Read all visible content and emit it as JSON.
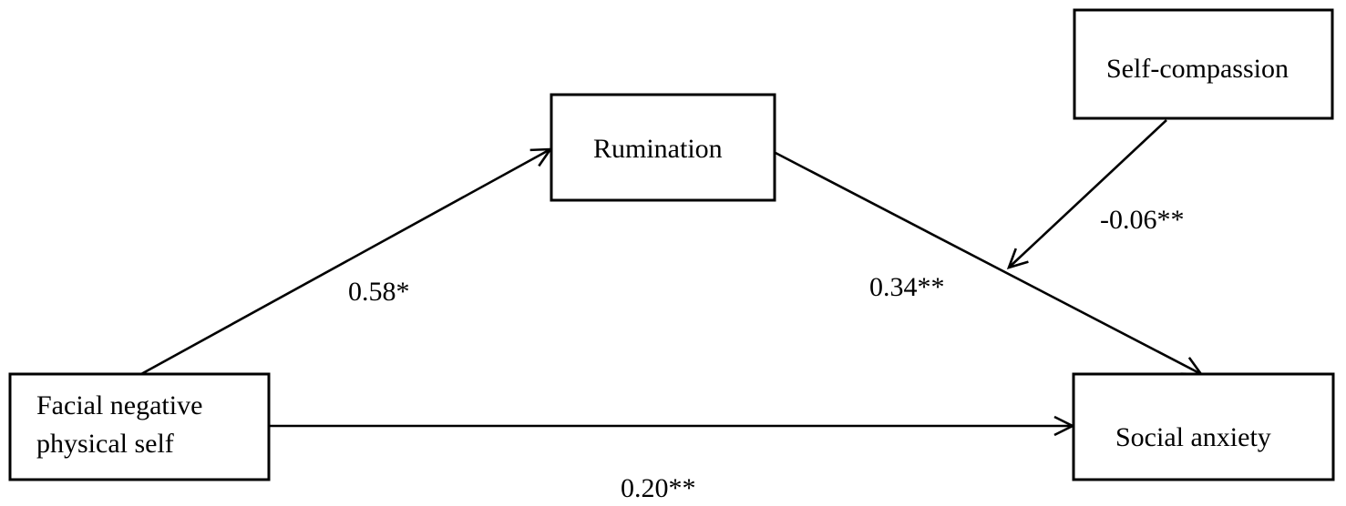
{
  "nodes": {
    "facial": {
      "line1": "Facial negative",
      "line2": "physical self"
    },
    "rumination": {
      "label": "Rumination"
    },
    "self_compassion": {
      "label": "Self-compassion"
    },
    "social_anxiety": {
      "label": "Social anxiety"
    }
  },
  "paths": {
    "facial_to_rumination": {
      "coef": "0.58*"
    },
    "rumination_to_anxiety": {
      "coef": "0.34**"
    },
    "compassion_moderation": {
      "coef": "-0.06**"
    },
    "facial_to_anxiety": {
      "coef": "0.20**"
    }
  },
  "colors": {
    "stroke": "#000000",
    "background": "#ffffff"
  }
}
